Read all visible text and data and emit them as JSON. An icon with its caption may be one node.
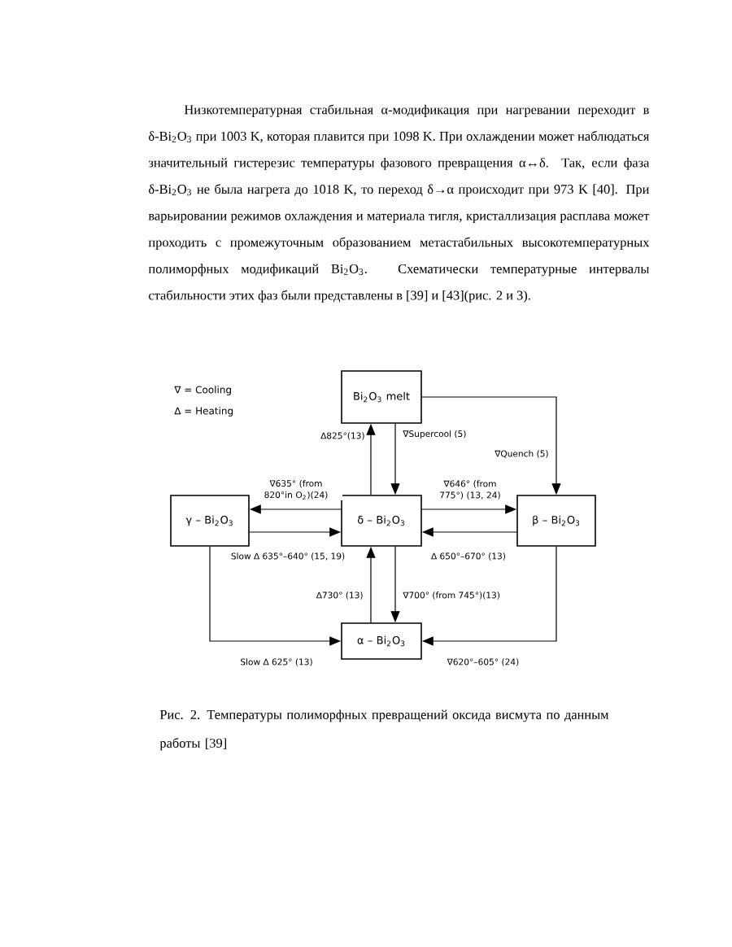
{
  "diagram": {
    "caption": "Рис. 2. Температуры полиморфных превращений оксида висмута по данным работы [39]",
    "nodes": [
      {
        "text": [
          "Bi$_{2}$O$_{3}$ melt"
        ]
      },
      {
        "text": [
          "γ – Bi$_{2}$O$_{3}$"
        ]
      },
      {
        "text": [
          "δ – Bi$_{2}$O$_{3}$"
        ]
      },
      {
        "text": [
          "β – Bi$_{2}$O$_{3}$"
        ]
      },
      {
        "text": [
          "α – Bi$_{2}$O$_{3}$"
        ]
      }
    ],
    "edges": [
      {
        "from": 2,
        "to": 0,
        "arrow": "to",
        "label": "∆825°(13)"
      },
      {
        "from": 0,
        "to": 2,
        "arrow": "to",
        "label": "∇Supercool (5)"
      },
      {
        "from": 0,
        "to": 3,
        "arrow": "to",
        "label": "∇Quench (5)"
      },
      {
        "from": 2,
        "to": 1,
        "arrow": "to",
        "label": "∇635° (from 820°in O$_{2}$)(24)"
      },
      {
        "from": 1,
        "to": 2,
        "arrow": "to",
        "label": "Slow ∆ 635°–640° (15, 19)"
      },
      {
        "from": 2,
        "to": 3,
        "arrow": "to",
        "label": "∇646° (from 775°) (13, 24)"
      },
      {
        "from": 3,
        "to": 2,
        "arrow": "to",
        "label": "∆ 650°–670° (13)"
      },
      {
        "from": 4,
        "to": 2,
        "arrow": "to",
        "label": "∆730° (13)"
      },
      {
        "from": 2,
        "to": 4,
        "arrow": "to",
        "label": "∇700° (from 745°)(13)"
      },
      {
        "from": 1,
        "to": 4,
        "arrow": "to",
        "label": "Slow ∆ 625° (13)"
      },
      {
        "from": 3,
        "to": 4,
        "arrow": "to",
        "label": "∇620°–605° (24)"
      }
    ],
    "labels": [
      "Низкотемпературная стабильная α-модификация при нагревании переходит в δ-Bi$_{2}$O$_{3}$ при 1003 K, которая плавится при 1098 K. При охлаждении может наблюдаться значительный гистерезис температуры фазового превращения α↔δ. Так, если фаза δ-Bi$_{2}$O$_{3}$ не была нагрета до 1018 K, то переход δ→α происходит при 973 K [40]. При варьировании режимов охлаждения и материала тигля, кристаллизация расплава может проходить с промежуточным образованием метастабильных высокотемпературных полиморфных модификаций Bi$_{2}$O$_{3}$. Схематически температурные интервалы стабильности этих фаз были представлены в [39] и [43](рис. 2 и 3).",
      "∇ = Cooling",
      "∆ = Heating"
    ]
  }
}
